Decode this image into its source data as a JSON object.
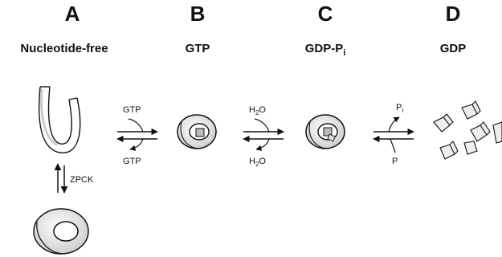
{
  "columns": [
    {
      "letter": "A",
      "state": "Nucleotide-free"
    },
    {
      "letter": "B",
      "state": "GTP"
    },
    {
      "letter": "C",
      "state": "GDP-P",
      "state_sub": "i"
    },
    {
      "letter": "D",
      "state": "GDP"
    }
  ],
  "transitions": {
    "a_to_b": {
      "top": "GTP",
      "bottom": "GTP"
    },
    "b_to_c": {
      "top_main": "H",
      "top_sub": "2",
      "top_tail": "O",
      "bottom_main": "H",
      "bottom_sub": "2",
      "bottom_tail": "O"
    },
    "c_to_d": {
      "top_main": "P",
      "top_sub": "i",
      "bottom": "P"
    },
    "a_to_ring": {
      "label": "ZPCK"
    }
  }
}
